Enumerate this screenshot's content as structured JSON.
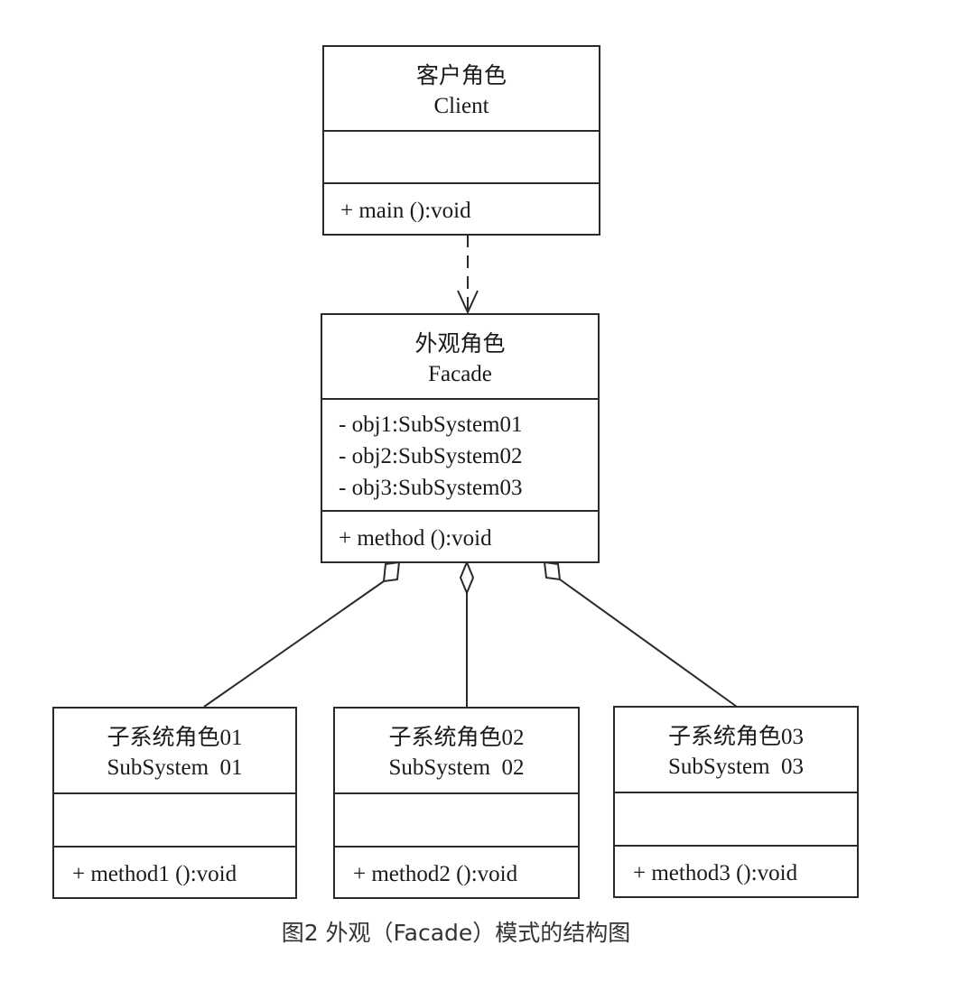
{
  "diagram": {
    "client": {
      "title_cn": "客户角色",
      "title_en": "Client",
      "attributes": [],
      "operations": [
        "+ main ():void"
      ]
    },
    "facade": {
      "title_cn": "外观角色",
      "title_en": "Facade",
      "attributes": [
        "- obj1:SubSystem01",
        "- obj2:SubSystem02",
        "- obj3:SubSystem03"
      ],
      "operations": [
        "+ method ():void"
      ]
    },
    "subsystems": [
      {
        "title_cn": "子系统角色01",
        "title_en": "SubSystem  01",
        "attributes": [],
        "operations": [
          "+ method1 ():void"
        ]
      },
      {
        "title_cn": "子系统角色02",
        "title_en": "SubSystem  02",
        "attributes": [],
        "operations": [
          "+ method2 ():void"
        ]
      },
      {
        "title_cn": "子系统角色03",
        "title_en": "SubSystem  03",
        "attributes": [],
        "operations": [
          "+ method3 ():void"
        ]
      }
    ],
    "relations": [
      {
        "type": "dependency",
        "from": "Client",
        "to": "Facade"
      },
      {
        "type": "aggregation",
        "whole": "Facade",
        "part": "SubSystem 01"
      },
      {
        "type": "aggregation",
        "whole": "Facade",
        "part": "SubSystem 02"
      },
      {
        "type": "aggregation",
        "whole": "Facade",
        "part": "SubSystem 03"
      }
    ]
  },
  "caption": "图2 外观（Facade）模式的结构图"
}
